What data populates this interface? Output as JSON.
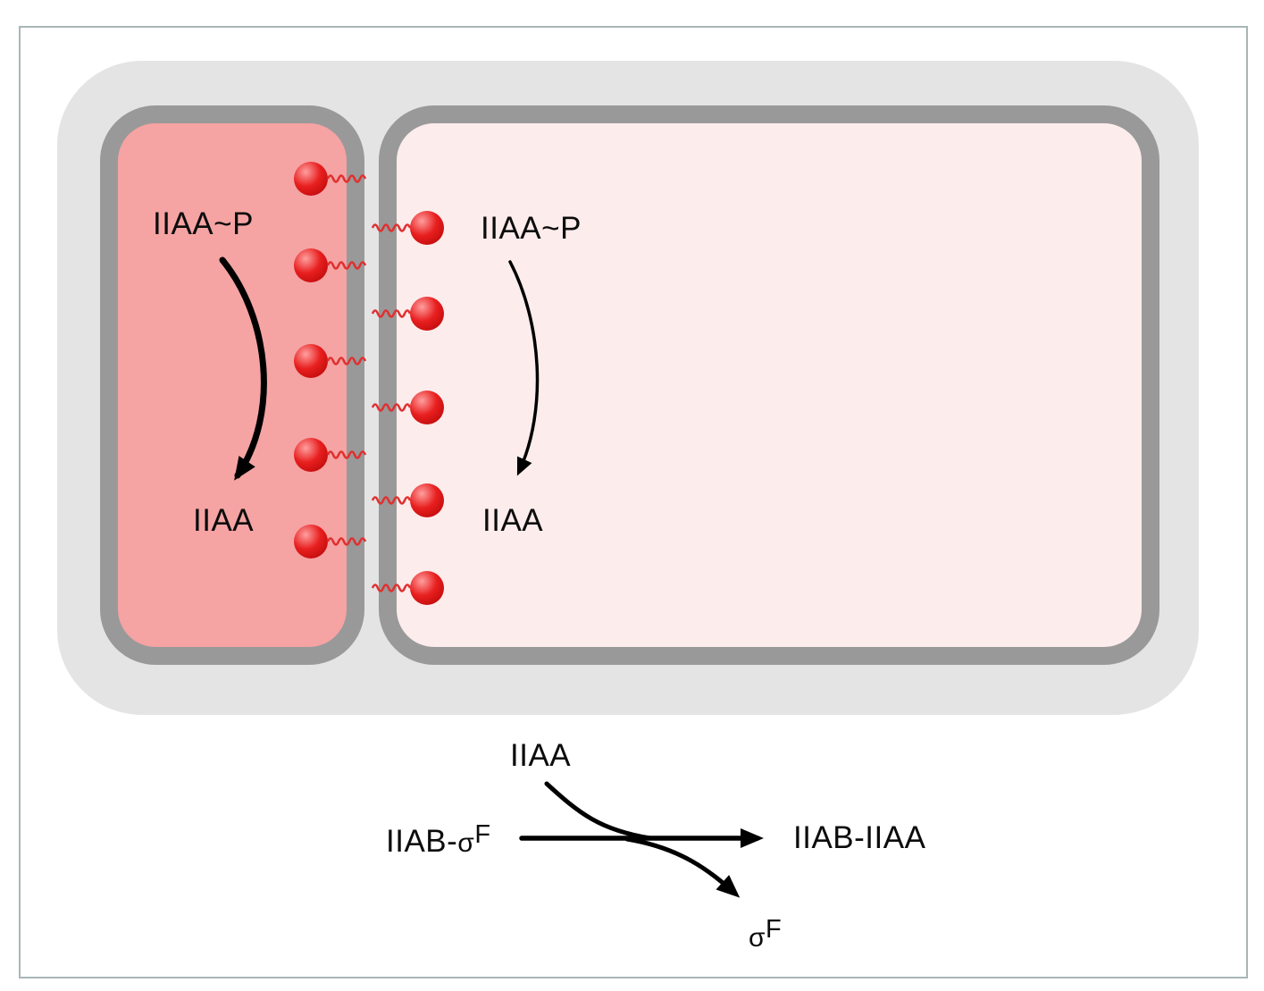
{
  "figure": {
    "forespore": {
      "phospho": "IIAA~P",
      "dephospho": "IIAA"
    },
    "mother_cell": {
      "phospho": "IIAA~P",
      "dephospho": "IIAA"
    },
    "reaction": {
      "incoming": "IIAA",
      "substrate_prefix": "IIAB-",
      "substrate_sigma": "σ",
      "substrate_sigma_sup": "F",
      "product": "IIAB-IIAA",
      "released_sigma": "σ",
      "released_sigma_sup": "F"
    },
    "colors": {
      "envelope": "#e4e4e4",
      "membrane": "#999999",
      "forespore_fill": "#f5a3a3",
      "mother_fill": "#fdecec",
      "protein_red": "#e81f1f"
    }
  }
}
